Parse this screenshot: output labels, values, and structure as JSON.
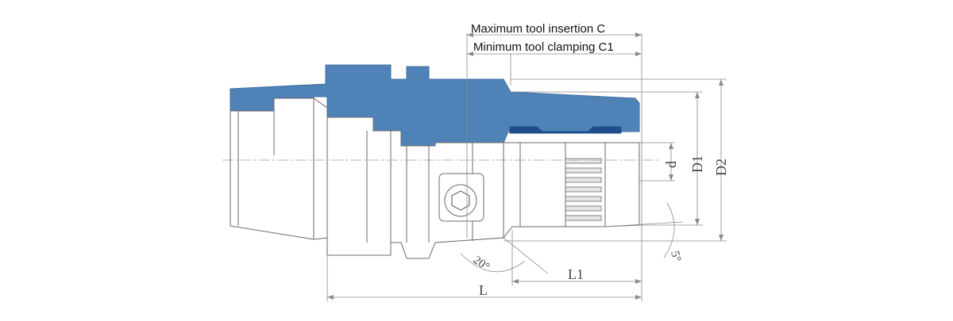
{
  "diagram": {
    "labels": {
      "max_insertion": "Maximum tool insertion C",
      "min_clamping": "Minimum tool clamping C1",
      "L": "L",
      "L1": "L1",
      "d": "d",
      "D1": "D1",
      "D2": "D2",
      "angle_20": "20°",
      "angle_5": "5°"
    },
    "colors": {
      "section_fill": "#4f83b8",
      "section_slot": "#1f4e8c",
      "line": "#6a6a6a",
      "dimension": "#8a8a8a"
    }
  }
}
